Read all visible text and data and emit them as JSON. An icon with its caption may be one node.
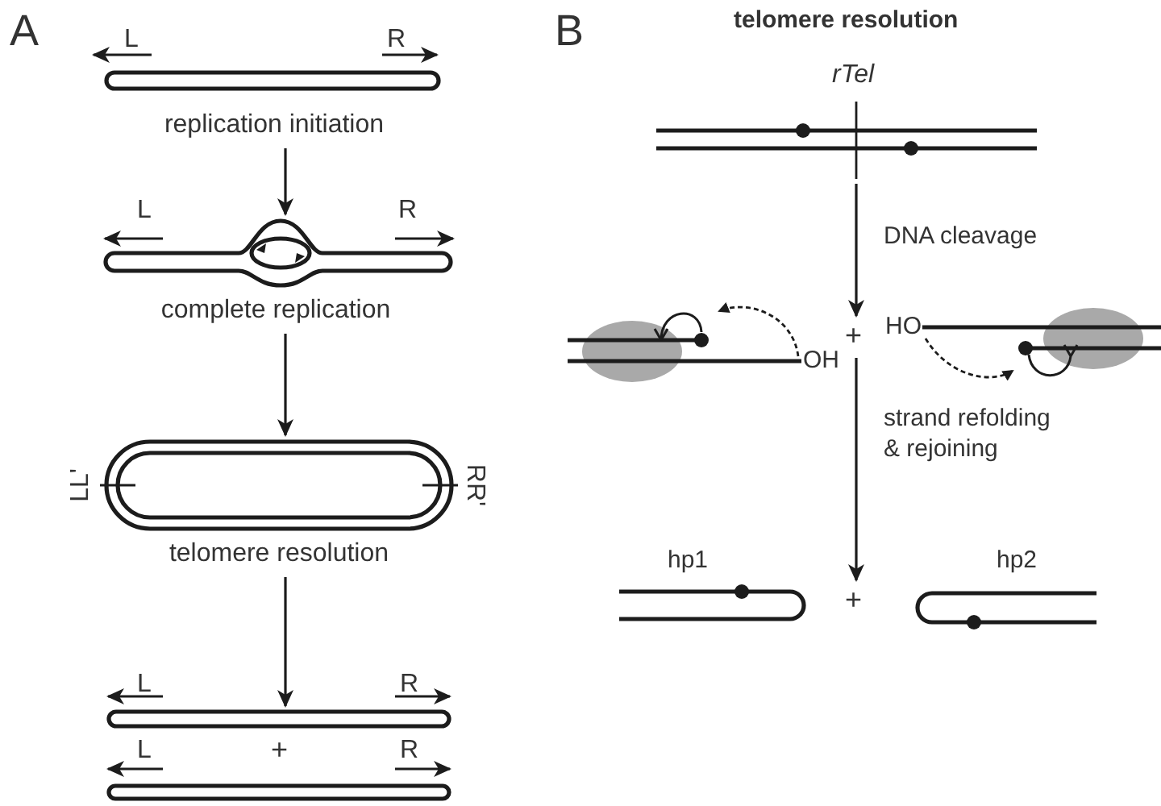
{
  "diagram": {
    "title": "telomere resolution",
    "nodes": [
      {
        "text": [
          "replication initiation"
        ]
      },
      {
        "text": [
          "complete replication"
        ]
      },
      {
        "text": [
          "telomere resolution"
        ]
      },
      {
        "text": [],
        "shape": "bar"
      },
      {
        "text": [],
        "shape": "bar"
      },
      {
        "text": [],
        "shape": "duplex",
        "beside": [
          "rTel"
        ]
      },
      {
        "text": [],
        "shape": "picture",
        "beside": [
          "OH"
        ]
      },
      {
        "text": [
          "+"
        ]
      },
      {
        "text": [],
        "shape": "picture",
        "beside": [
          "HO"
        ]
      },
      {
        "text": [],
        "shape": "hairpin",
        "beside": [
          "hp1"
        ]
      },
      {
        "text": [
          "+"
        ]
      },
      {
        "text": [],
        "shape": "hairpin",
        "beside": [
          "hp2"
        ]
      }
    ],
    "edges": [
      {
        "from": 0,
        "to": 1,
        "arrow": "to"
      },
      {
        "from": 1,
        "to": 2,
        "arrow": "to"
      },
      {
        "from": 2,
        "to": 3,
        "arrow": "to"
      },
      {
        "from": 5,
        "to": 7,
        "arrow": "to",
        "label": "DNA cleavage"
      },
      {
        "from": 7,
        "to": 10,
        "arrow": "to",
        "label": "strand refolding & rejoining"
      }
    ],
    "labels": [
      "A",
      "B",
      "L",
      "R",
      "L",
      "R",
      "LL'",
      "RR'",
      "L",
      "R",
      "L",
      "+",
      "R"
    ]
  }
}
